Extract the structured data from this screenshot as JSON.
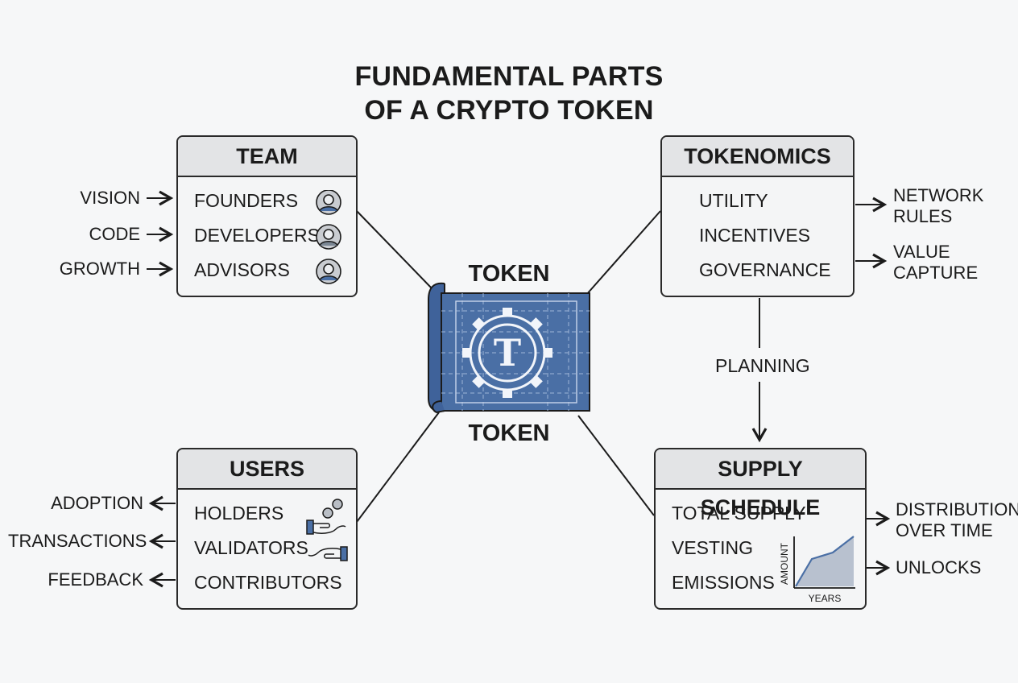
{
  "title": {
    "line1": "FUNDAMENTAL PARTS",
    "line2": "OF A CRYPTO TOKEN"
  },
  "center": {
    "top_label": "TOKEN",
    "bottom_label": "TOKEN",
    "emblem_letter": "T",
    "blueprint_color": "#4a6fa5"
  },
  "team": {
    "header": "TEAM",
    "items": [
      "FOUNDERS",
      "DEVELOPERS",
      "ADVISORS"
    ],
    "inputs": [
      "VISION",
      "CODE",
      "GROWTH"
    ],
    "icons": [
      "person-avatar-icon",
      "person-avatar-icon",
      "person-avatar-icon"
    ]
  },
  "tokenomics": {
    "header": "TOKENOMICS",
    "items": [
      "UTILITY",
      "INCENTIVES",
      "GOVERNANCE"
    ],
    "outputs": [
      {
        "line1": "NETWORK",
        "line2": "RULES"
      },
      {
        "line1": "VALUE",
        "line2": "CAPTURE"
      }
    ],
    "loop_color": "#5a7699"
  },
  "users": {
    "header": "USERS",
    "items": [
      "HOLDERS",
      "VALIDATORS",
      "CONTRIBUTORS"
    ],
    "outputs": [
      "ADOPTION",
      "TRANSACTIONS",
      "FEEDBACK"
    ],
    "icons": [
      "hand-coins-icon",
      "hand-giving-icon"
    ]
  },
  "supply": {
    "header": "SUPPLY SCHEDULE",
    "items": [
      "TOTAL SUPPLY",
      "VESTING",
      "EMISSIONS"
    ],
    "outputs": [
      {
        "line1": "DISTRIBUTION",
        "line2": "OVER TIME"
      },
      {
        "line1": "UNLOCKS",
        "line2": ""
      }
    ],
    "chart": {
      "ylabel": "AMOUNT",
      "xlabel": "YEARS",
      "fill": "#b8c1cf",
      "line": "#4a6fa5"
    }
  },
  "connector_label": "PLANNING",
  "colors": {
    "accent": "#4a6fa5",
    "box_header": "#e3e4e6",
    "box_body": "#f4f5f6",
    "stroke": "#2a2a2a"
  }
}
